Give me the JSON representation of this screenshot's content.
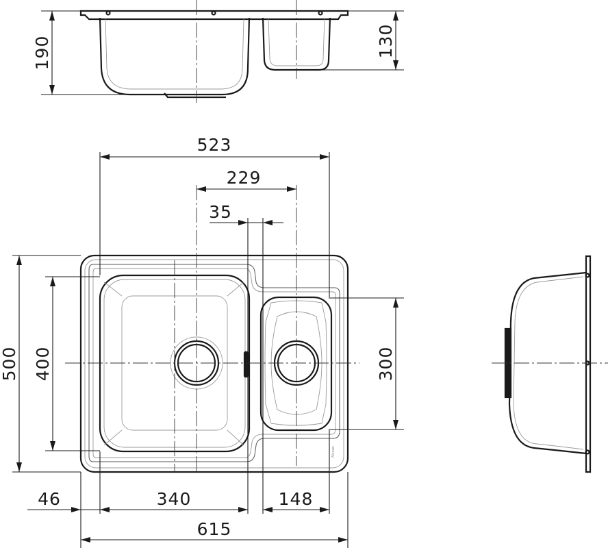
{
  "dimensions": {
    "side_height_main": "190",
    "side_height_small": "130",
    "top_span": "523",
    "bowl_centers": "229",
    "small_offset": "35",
    "total_height": "500",
    "main_bowl_height": "400",
    "small_bowl_height": "300",
    "edge_margin": "46",
    "main_bowl_width": "340",
    "small_bowl_width": "148",
    "total_width": "615"
  },
  "brand_mark": "Alveus"
}
